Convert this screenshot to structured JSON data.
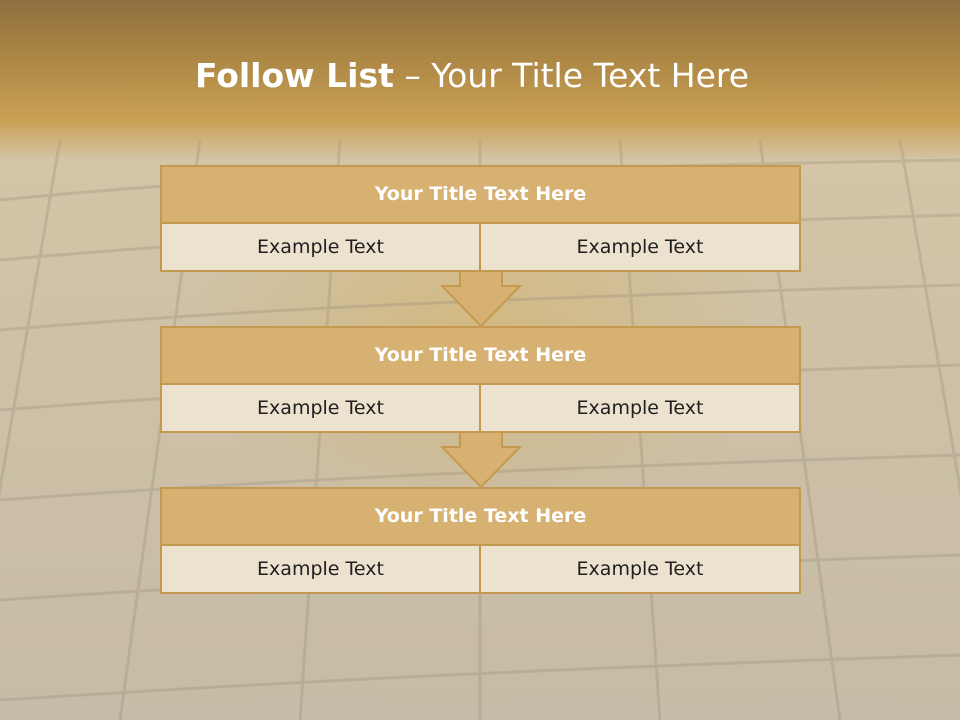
{
  "slide": {
    "title_bold": "Follow List",
    "title_rest": " – Your Title Text Here",
    "blocks": [
      {
        "title": "Your Title Text Here",
        "left_text": "Example Text",
        "right_text": "Example Text"
      },
      {
        "title": "Your Title Text Here",
        "left_text": "Example Text",
        "right_text": "Example Text"
      },
      {
        "title": "Your Title Text Here",
        "left_text": "Example Text",
        "right_text": "Example Text"
      }
    ]
  },
  "colors": {
    "header_top": "#8e7040",
    "header_bottom": "#c9a055",
    "block_title_fill": "#d6b172",
    "block_border": "#c59a50",
    "cell_fill": "#ede1d0",
    "arrow_fill": "#d6b172"
  }
}
